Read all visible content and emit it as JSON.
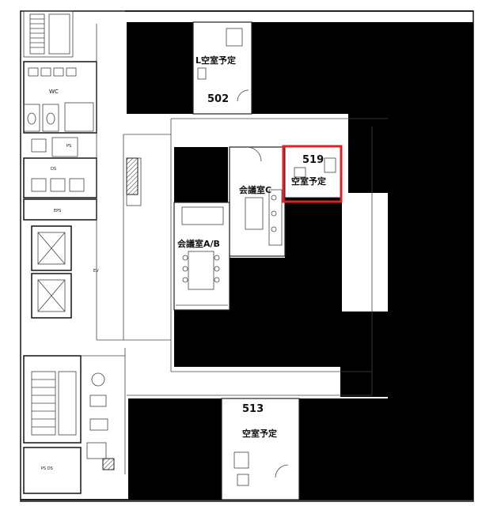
{
  "rooms": {
    "r502": {
      "number": "502",
      "status": "L空室予定"
    },
    "r519": {
      "number": "519",
      "status": "空室予定"
    },
    "r513": {
      "number": "513",
      "status": "空室予定"
    },
    "meeting_c": {
      "label": "会議室C"
    },
    "meeting_ab": {
      "label": "会議室A/B"
    }
  },
  "core": {
    "wc": "WC",
    "eps": "EPS",
    "ev": "EV",
    "ps": "PS",
    "ds": "DS",
    "ps_ds": "PS  DS"
  },
  "highlight_color": "#e01f26"
}
